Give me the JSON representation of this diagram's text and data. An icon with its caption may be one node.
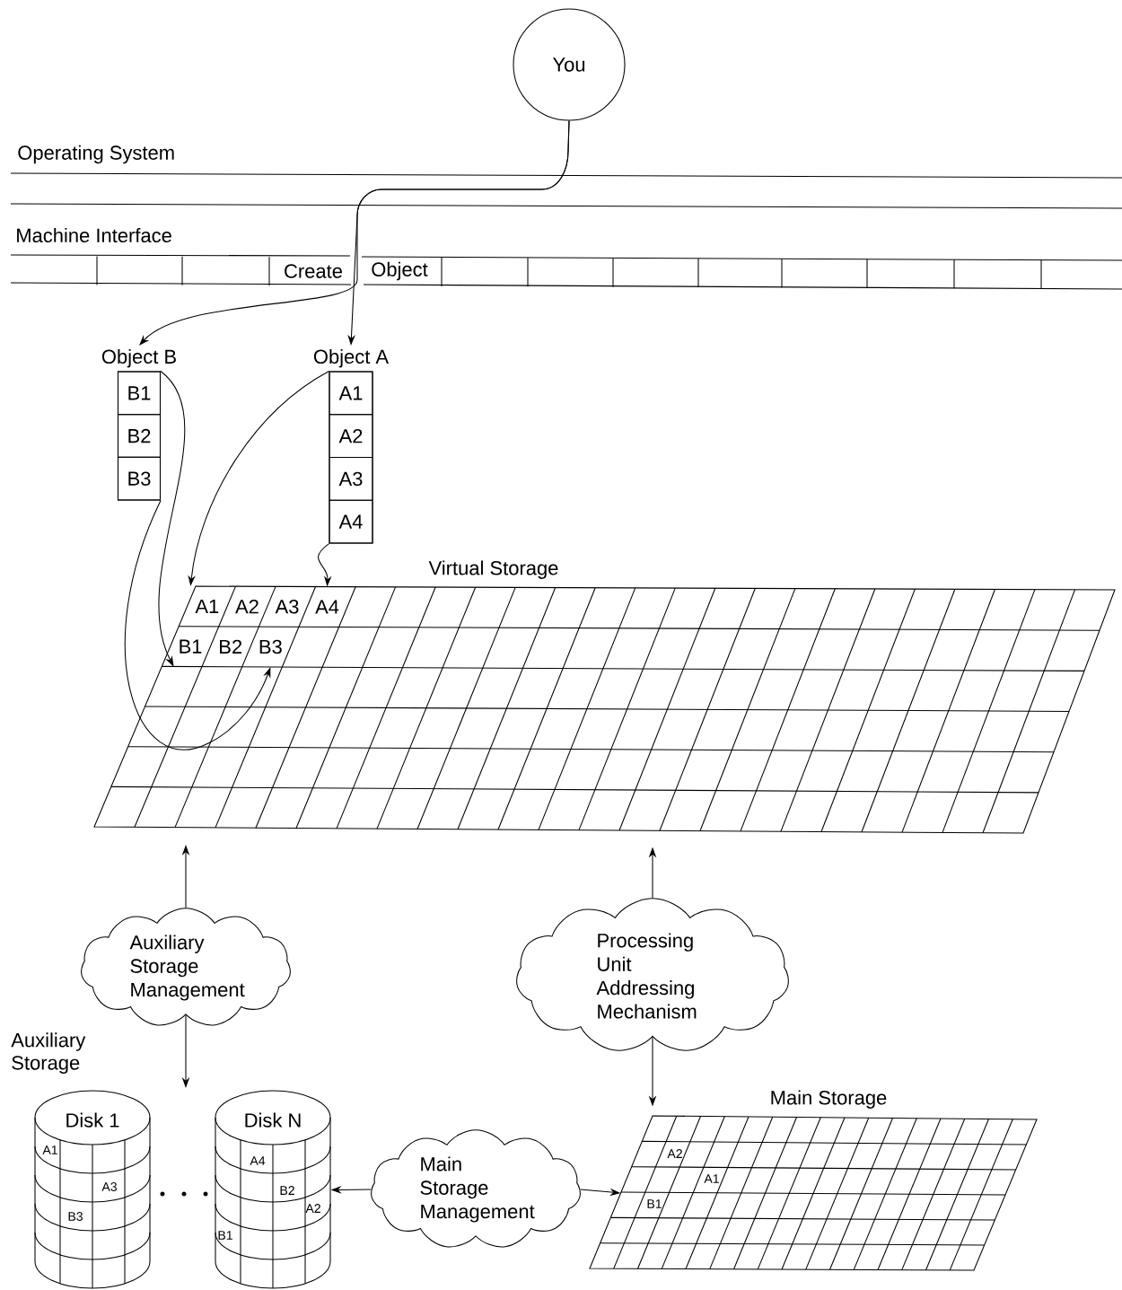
{
  "diagram": {
    "nodes": [
      {
        "text": [
          "You"
        ]
      },
      {
        "text": [
          "Object B"
        ]
      },
      {
        "text": [
          "B1"
        ],
        "in": 1
      },
      {
        "text": [
          "B2"
        ],
        "in": 1
      },
      {
        "text": [
          "B3"
        ],
        "in": 1
      },
      {
        "text": [
          "Object A"
        ]
      },
      {
        "text": [
          "A1"
        ],
        "in": 5
      },
      {
        "text": [
          "A2"
        ],
        "in": 5
      },
      {
        "text": [
          "A3"
        ],
        "in": 5
      },
      {
        "text": [
          "A4"
        ],
        "in": 5
      },
      {
        "text": [
          "Virtual Storage"
        ]
      },
      {
        "text": [
          "A1"
        ],
        "in": 10
      },
      {
        "text": [
          "A2"
        ],
        "in": 10
      },
      {
        "text": [
          "A3"
        ],
        "in": 10
      },
      {
        "text": [
          "A4"
        ],
        "in": 10
      },
      {
        "text": [
          "B1"
        ],
        "in": 10
      },
      {
        "text": [
          "B2"
        ],
        "in": 10
      },
      {
        "text": [
          "B3"
        ],
        "in": 10
      },
      {
        "text": [
          "Auxiliary Storage Management"
        ]
      },
      {
        "text": [
          "Processing Unit Addressing Mechanism"
        ]
      },
      {
        "text": [
          "Disk 1"
        ]
      },
      {
        "text": [
          "Disk N"
        ]
      },
      {
        "text": [
          "Main Storage Management"
        ]
      },
      {
        "text": [
          "Main Storage"
        ]
      }
    ],
    "edges": [
      {
        "from": 0,
        "to": 5,
        "arrow": "to"
      },
      {
        "from": 0,
        "to": 1,
        "arrow": "to"
      },
      {
        "from": 6,
        "to": 11,
        "arrow": "to"
      },
      {
        "from": 9,
        "to": 14,
        "arrow": "to"
      },
      {
        "from": 2,
        "to": 15,
        "arrow": "to"
      },
      {
        "from": 4,
        "to": 17,
        "arrow": "to"
      },
      {
        "from": 18,
        "to": 10,
        "arrow": "to"
      },
      {
        "from": 18,
        "to": null,
        "arrow": "to"
      },
      {
        "from": 19,
        "to": 10,
        "arrow": "to"
      },
      {
        "from": 19,
        "to": 23,
        "arrow": "to"
      },
      {
        "from": 22,
        "to": 21,
        "arrow": "to"
      },
      {
        "from": 22,
        "to": 23,
        "arrow": "to"
      }
    ],
    "labels": [
      "Operating System",
      "Machine Interface",
      "Create",
      "Object",
      "Auxiliary Storage",
      "A1",
      "A3",
      "B3",
      "A4",
      "B2",
      "A2",
      "B1",
      "A2",
      "A1",
      "B1"
    ]
  }
}
